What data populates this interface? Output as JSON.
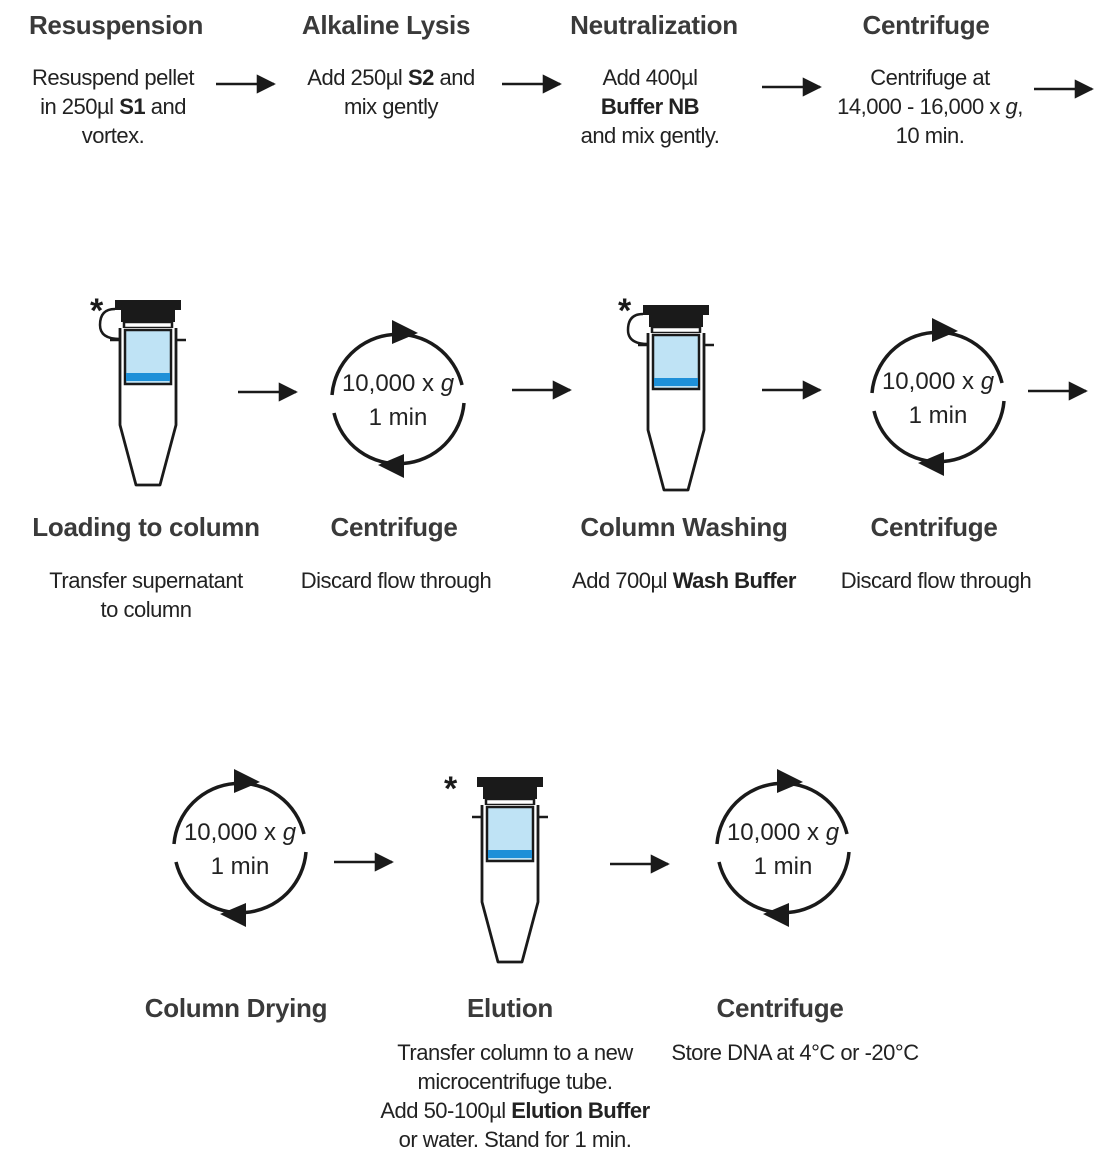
{
  "row1": [
    {
      "title": "Resuspension",
      "desc": [
        [
          "Resuspend pellet"
        ],
        [
          "in 250µl ",
          {
            "b": "S1"
          },
          " and"
        ],
        [
          "vortex."
        ]
      ]
    },
    {
      "title": "Alkaline Lysis",
      "desc": [
        [
          "Add 250µl ",
          {
            "b": "S2"
          },
          " and"
        ],
        [
          "mix gently"
        ]
      ]
    },
    {
      "title": "Neutralization",
      "desc": [
        [
          "Add 400µl"
        ],
        [
          {
            "b": "Buffer NB"
          }
        ],
        [
          "and mix gently."
        ]
      ]
    },
    {
      "title": "Centrifuge",
      "desc": [
        [
          "Centrifuge at"
        ],
        [
          "14,000 - 16,000 x ",
          {
            "i": "g"
          },
          ","
        ],
        [
          "10 min."
        ]
      ]
    }
  ],
  "row2": [
    {
      "title": "Loading to column",
      "desc": [
        [
          "Transfer supernatant"
        ],
        [
          "to column"
        ]
      ]
    },
    {
      "title": "Centrifuge",
      "desc": [
        [
          "Discard flow through"
        ]
      ]
    },
    {
      "title": "Column Washing",
      "desc": [
        [
          "Add 700µl ",
          {
            "b": "Wash Buffer"
          }
        ]
      ]
    },
    {
      "title": "Centrifuge",
      "desc": [
        [
          "Discard flow through"
        ]
      ]
    }
  ],
  "row3": [
    {
      "title": "Column Drying",
      "desc": []
    },
    {
      "title": "Elution",
      "desc": [
        [
          "Transfer column to a new"
        ],
        [
          "microcentrifuge tube."
        ],
        [
          "Add 50-100µl ",
          {
            "b": "Elution Buffer"
          }
        ],
        [
          "or water. Stand for 1 min."
        ]
      ]
    },
    {
      "title": "Centrifuge",
      "desc": [
        [
          "Store DNA at 4°C or -20°C"
        ]
      ]
    }
  ],
  "centrifuge_speed": "10,000 x ",
  "centrifuge_speed_unit": "g",
  "centrifuge_time": "1 min",
  "asterisk": "*",
  "colors": {
    "liquid_light": "#bfe3f5",
    "liquid_dark": "#1e90d8",
    "stroke": "#1a1a1a",
    "title": "#3a3a3a"
  }
}
